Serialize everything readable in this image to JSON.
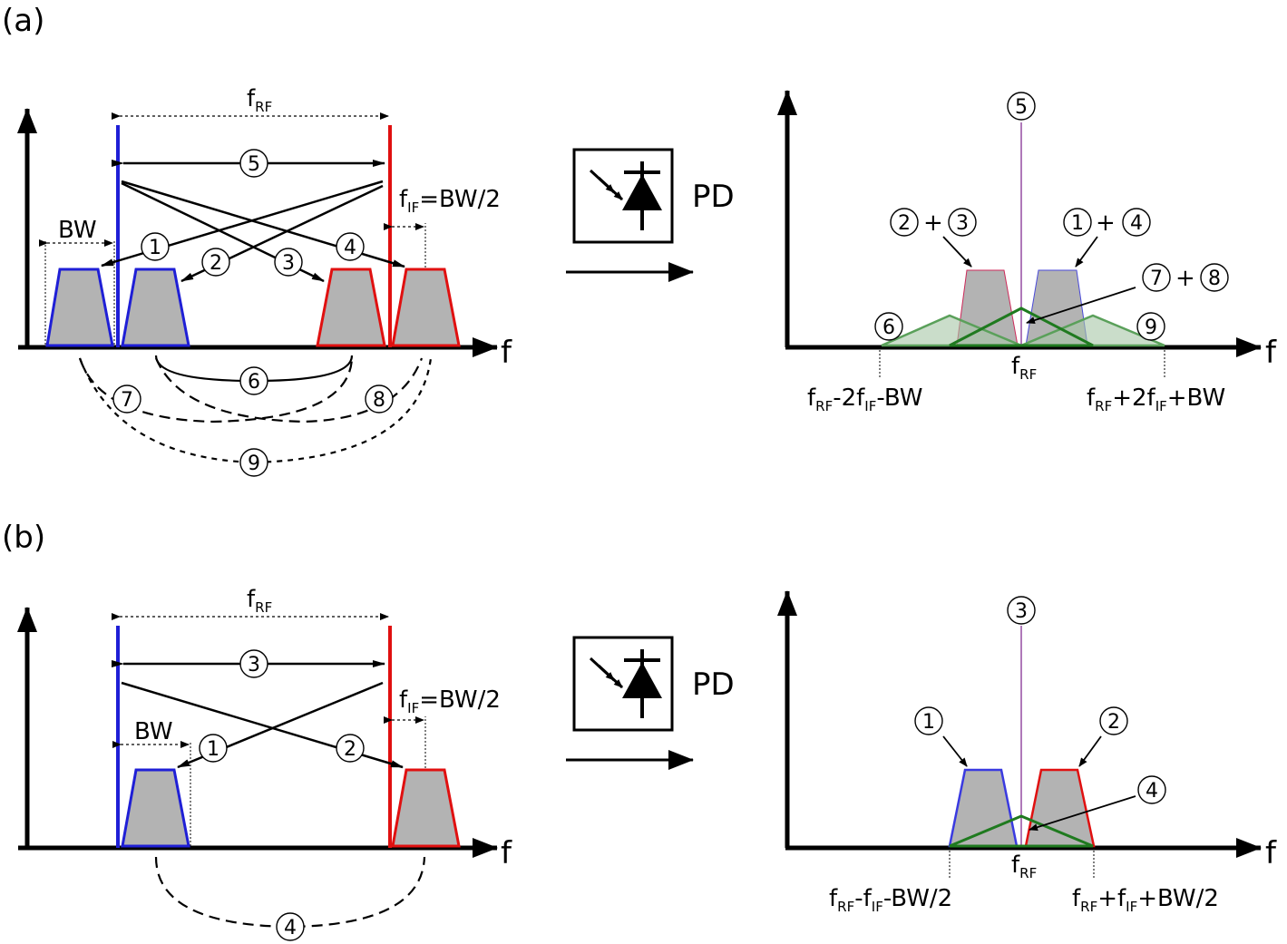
{
  "panel_a": {
    "label": "(a)",
    "f_rf": "f",
    "f_rf_sub": "RF",
    "f_if_prefix": "f",
    "f_if_sub": "IF",
    "f_if_rest": "=BW/2",
    "bw": "BW",
    "axis_f": "f",
    "pd_label": "PD",
    "markers": [
      "1",
      "2",
      "3",
      "4",
      "5",
      "6",
      "7",
      "8",
      "9"
    ],
    "plus": "+",
    "out_f_rf": "f",
    "out_f_rf_sub": "RF",
    "left_edge": {
      "p1": "f",
      "s1": "RF",
      "p2": "-2f",
      "s2": "IF",
      "p3": "-BW"
    },
    "right_edge": {
      "p1": "f",
      "s1": "RF",
      "p2": "+2f",
      "s2": "IF",
      "p3": "+BW"
    }
  },
  "panel_b": {
    "label": "(b)",
    "f_rf": "f",
    "f_rf_sub": "RF",
    "f_if_prefix": "f",
    "f_if_sub": "IF",
    "f_if_rest": "=BW/2",
    "bw": "BW",
    "axis_f": "f",
    "pd_label": "PD",
    "markers": [
      "1",
      "2",
      "3",
      "4"
    ],
    "out_f_rf": "f",
    "out_f_rf_sub": "RF",
    "left_edge": {
      "p1": "f",
      "s1": "RF",
      "p2": "-f",
      "s2": "IF",
      "p3": "-BW/2"
    },
    "right_edge": {
      "p1": "f",
      "s1": "RF",
      "p2": "+f",
      "s2": "IF",
      "p3": "+BW/2"
    }
  },
  "colors": {
    "blue": "#1f1fd6",
    "red": "#e01010",
    "green": "#1f7a1f",
    "fill": "#b3b3b3"
  }
}
